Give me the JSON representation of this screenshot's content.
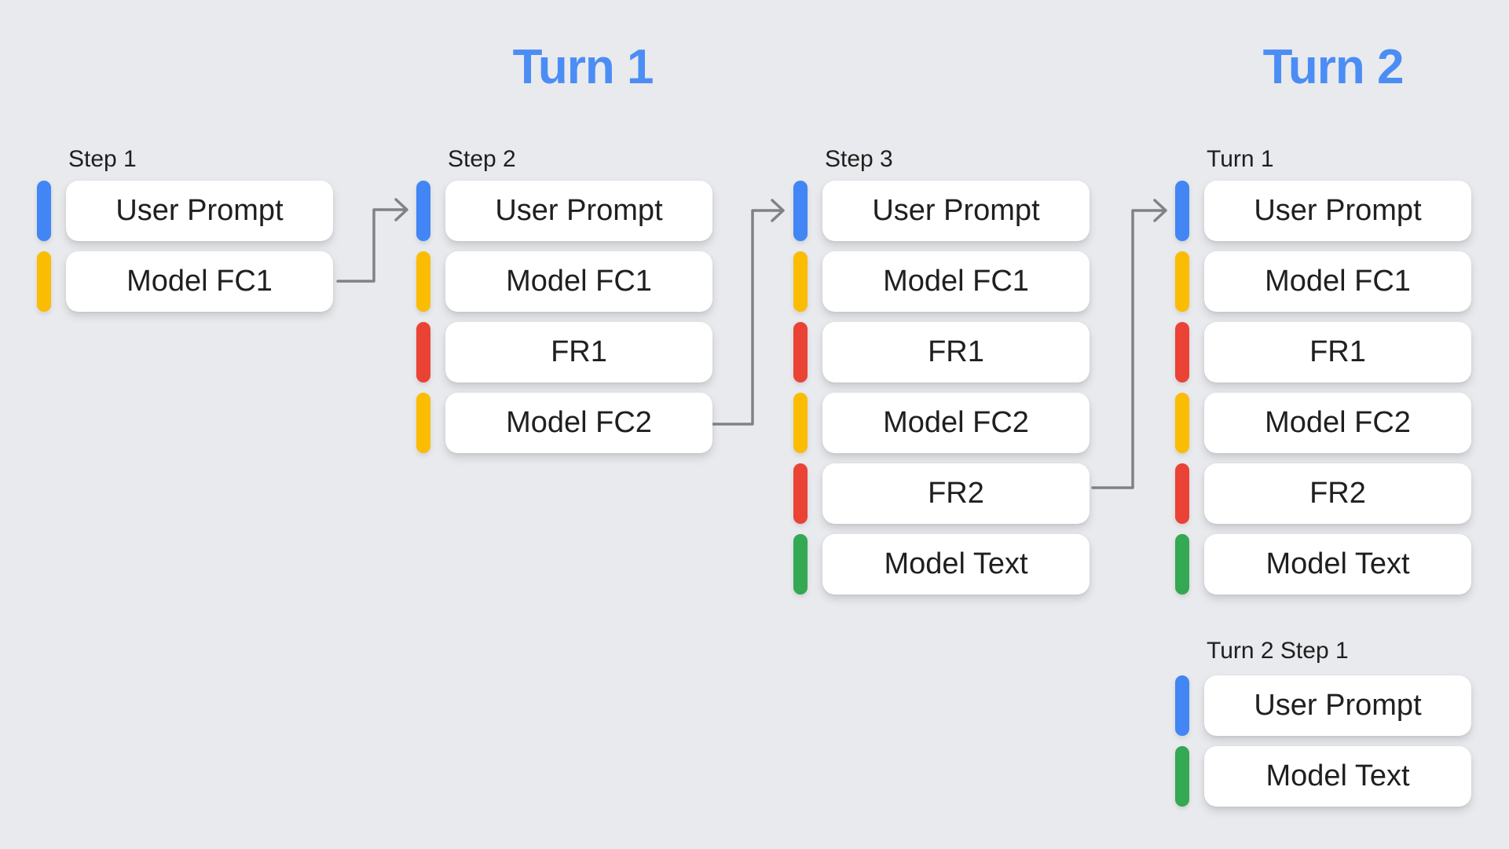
{
  "titles": {
    "turn1": "Turn 1",
    "turn2": "Turn 2"
  },
  "columns": [
    {
      "label": "Step 1",
      "cards": [
        {
          "label": "User Prompt",
          "role": "user"
        },
        {
          "label": "Model FC1",
          "role": "model-function-call"
        }
      ]
    },
    {
      "label": "Step 2",
      "cards": [
        {
          "label": "User Prompt",
          "role": "user"
        },
        {
          "label": "Model FC1",
          "role": "model-function-call"
        },
        {
          "label": "FR1",
          "role": "function-response"
        },
        {
          "label": "Model FC2",
          "role": "model-function-call"
        }
      ]
    },
    {
      "label": "Step 3",
      "cards": [
        {
          "label": "User Prompt",
          "role": "user"
        },
        {
          "label": "Model FC1",
          "role": "model-function-call"
        },
        {
          "label": "FR1",
          "role": "function-response"
        },
        {
          "label": "Model FC2",
          "role": "model-function-call"
        },
        {
          "label": "FR2",
          "role": "function-response"
        },
        {
          "label": "Model Text",
          "role": "model-text"
        }
      ]
    },
    {
      "label": "Turn 1",
      "cards": [
        {
          "label": "User Prompt",
          "role": "user"
        },
        {
          "label": "Model FC1",
          "role": "model-function-call"
        },
        {
          "label": "FR1",
          "role": "function-response"
        },
        {
          "label": "Model FC2",
          "role": "model-function-call"
        },
        {
          "label": "FR2",
          "role": "function-response"
        },
        {
          "label": "Model Text",
          "role": "model-text"
        }
      ]
    }
  ],
  "turn2_group": {
    "label": "Turn 2 Step 1",
    "cards": [
      {
        "label": "User Prompt",
        "role": "user"
      },
      {
        "label": "Model Text",
        "role": "model-text"
      }
    ]
  },
  "arrows": [
    {
      "from": "Step 1 / Model FC1",
      "to": "Step 2 / User Prompt"
    },
    {
      "from": "Step 2 / Model FC2",
      "to": "Step 3 / User Prompt"
    },
    {
      "from": "Step 3 / FR2",
      "to": "Turn 1 / User Prompt"
    }
  ],
  "colors": {
    "background": "#E9EAED",
    "card": "#FFFFFF",
    "card_text": "#1F1F1F",
    "title_blue": "#4C8DF5",
    "user_bar": "#4285F4",
    "model_function_call_bar": "#FBBC04",
    "function_response_bar": "#EA4335",
    "model_text_bar": "#34A853",
    "arrow": "#7F8388"
  }
}
